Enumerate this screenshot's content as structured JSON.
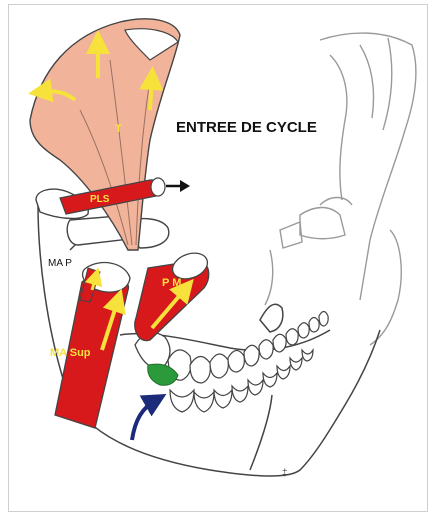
{
  "title": "ENTREE DE CYCLE",
  "labels": {
    "temporal": "T",
    "pls": "PLS",
    "ma_p": "MA P",
    "pm": "P M",
    "ma_sup": "MA Sup",
    "corner_mark": "‡"
  },
  "colors": {
    "muscle_temporal": "#f1b49b",
    "muscle_red": "#d7191c",
    "arrow_yellow": "#f6e23b",
    "arrow_black": "#111111",
    "rotation_arrow_blue": "#1c2a7a",
    "contact_green": "#2b9a3a",
    "outline": "#444444",
    "light_outline": "#9a9a9a"
  }
}
